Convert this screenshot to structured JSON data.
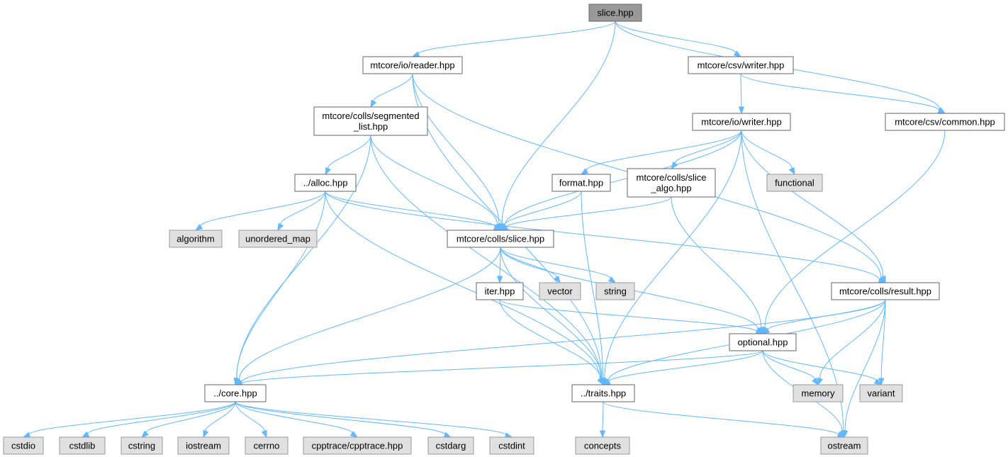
{
  "colors": {
    "edge": "#63b8ff",
    "root_fill": "#999999",
    "local_fill": "#ffffff",
    "system_fill": "#e0e0e0",
    "local_border": "#666666",
    "system_border": "#999999"
  },
  "nodes": [
    {
      "id": "slice_root",
      "kind": "root",
      "lines": [
        "slice.hpp"
      ]
    },
    {
      "id": "io_reader",
      "kind": "local",
      "lines": [
        "mtcore/io/reader.hpp"
      ]
    },
    {
      "id": "csv_writer",
      "kind": "local",
      "lines": [
        "mtcore/csv/writer.hpp"
      ]
    },
    {
      "id": "segmented_list",
      "kind": "local",
      "lines": [
        "mtcore/colls/segmented",
        "_list.hpp"
      ]
    },
    {
      "id": "io_writer",
      "kind": "local",
      "lines": [
        "mtcore/io/writer.hpp"
      ]
    },
    {
      "id": "csv_common",
      "kind": "local",
      "lines": [
        "mtcore/csv/common.hpp"
      ]
    },
    {
      "id": "alloc",
      "kind": "local",
      "lines": [
        "../alloc.hpp"
      ]
    },
    {
      "id": "format",
      "kind": "local",
      "lines": [
        "format.hpp"
      ]
    },
    {
      "id": "slice_algo",
      "kind": "local",
      "lines": [
        "mtcore/colls/slice",
        "_algo.hpp"
      ]
    },
    {
      "id": "functional",
      "kind": "system",
      "lines": [
        "functional"
      ]
    },
    {
      "id": "algorithm",
      "kind": "system",
      "lines": [
        "algorithm"
      ]
    },
    {
      "id": "unordered_map",
      "kind": "system",
      "lines": [
        "unordered_map"
      ]
    },
    {
      "id": "colls_slice",
      "kind": "local",
      "lines": [
        "mtcore/colls/slice.hpp"
      ]
    },
    {
      "id": "iter",
      "kind": "local",
      "lines": [
        "iter.hpp"
      ]
    },
    {
      "id": "vector",
      "kind": "system",
      "lines": [
        "vector"
      ]
    },
    {
      "id": "string",
      "kind": "system",
      "lines": [
        "string"
      ]
    },
    {
      "id": "result",
      "kind": "local",
      "lines": [
        "mtcore/colls/result.hpp"
      ]
    },
    {
      "id": "optional",
      "kind": "local",
      "lines": [
        "optional.hpp"
      ]
    },
    {
      "id": "core",
      "kind": "local",
      "lines": [
        "../core.hpp"
      ]
    },
    {
      "id": "traits",
      "kind": "local",
      "lines": [
        "../traits.hpp"
      ]
    },
    {
      "id": "memory",
      "kind": "system",
      "lines": [
        "memory"
      ]
    },
    {
      "id": "variant",
      "kind": "system",
      "lines": [
        "variant"
      ]
    },
    {
      "id": "cstdio",
      "kind": "system",
      "lines": [
        "cstdio"
      ]
    },
    {
      "id": "cstdlib",
      "kind": "system",
      "lines": [
        "cstdlib"
      ]
    },
    {
      "id": "cstring",
      "kind": "system",
      "lines": [
        "cstring"
      ]
    },
    {
      "id": "iostream",
      "kind": "system",
      "lines": [
        "iostream"
      ]
    },
    {
      "id": "cerrno",
      "kind": "system",
      "lines": [
        "cerrno"
      ]
    },
    {
      "id": "cpptrace",
      "kind": "system",
      "lines": [
        "cpptrace/cpptrace.hpp"
      ]
    },
    {
      "id": "cstdarg",
      "kind": "system",
      "lines": [
        "cstdarg"
      ]
    },
    {
      "id": "cstdint",
      "kind": "system",
      "lines": [
        "cstdint"
      ]
    },
    {
      "id": "concepts",
      "kind": "system",
      "lines": [
        "concepts"
      ]
    },
    {
      "id": "ostream",
      "kind": "system",
      "lines": [
        "ostream"
      ]
    }
  ],
  "edges": [
    [
      "slice_root",
      "io_reader"
    ],
    [
      "slice_root",
      "csv_writer"
    ],
    [
      "slice_root",
      "csv_common"
    ],
    [
      "slice_root",
      "colls_slice"
    ],
    [
      "io_reader",
      "segmented_list"
    ],
    [
      "io_reader",
      "colls_slice"
    ],
    [
      "io_reader",
      "result"
    ],
    [
      "io_reader",
      "traits"
    ],
    [
      "csv_writer",
      "io_writer"
    ],
    [
      "csv_writer",
      "csv_common"
    ],
    [
      "csv_common",
      "optional"
    ],
    [
      "segmented_list",
      "alloc"
    ],
    [
      "segmented_list",
      "colls_slice"
    ],
    [
      "segmented_list",
      "core"
    ],
    [
      "segmented_list",
      "traits"
    ],
    [
      "io_writer",
      "format"
    ],
    [
      "io_writer",
      "slice_algo"
    ],
    [
      "io_writer",
      "functional"
    ],
    [
      "io_writer",
      "colls_slice"
    ],
    [
      "io_writer",
      "result"
    ],
    [
      "io_writer",
      "traits"
    ],
    [
      "io_writer",
      "ostream"
    ],
    [
      "alloc",
      "algorithm"
    ],
    [
      "alloc",
      "unordered_map"
    ],
    [
      "alloc",
      "colls_slice"
    ],
    [
      "alloc",
      "result"
    ],
    [
      "alloc",
      "core"
    ],
    [
      "alloc",
      "traits"
    ],
    [
      "format",
      "colls_slice"
    ],
    [
      "format",
      "traits"
    ],
    [
      "slice_algo",
      "colls_slice"
    ],
    [
      "slice_algo",
      "optional"
    ],
    [
      "colls_slice",
      "iter"
    ],
    [
      "colls_slice",
      "vector"
    ],
    [
      "colls_slice",
      "string"
    ],
    [
      "colls_slice",
      "optional"
    ],
    [
      "colls_slice",
      "core"
    ],
    [
      "colls_slice",
      "traits"
    ],
    [
      "iter",
      "optional"
    ],
    [
      "iter",
      "traits"
    ],
    [
      "result",
      "optional"
    ],
    [
      "result",
      "core"
    ],
    [
      "result",
      "traits"
    ],
    [
      "result",
      "memory"
    ],
    [
      "result",
      "variant"
    ],
    [
      "result",
      "ostream"
    ],
    [
      "optional",
      "core"
    ],
    [
      "optional",
      "traits"
    ],
    [
      "optional",
      "memory"
    ],
    [
      "optional",
      "variant"
    ],
    [
      "optional",
      "ostream"
    ],
    [
      "core",
      "cstdio"
    ],
    [
      "core",
      "cstdlib"
    ],
    [
      "core",
      "cstring"
    ],
    [
      "core",
      "iostream"
    ],
    [
      "core",
      "cerrno"
    ],
    [
      "core",
      "cpptrace"
    ],
    [
      "core",
      "cstdarg"
    ],
    [
      "core",
      "cstdint"
    ],
    [
      "traits",
      "concepts"
    ],
    [
      "traits",
      "ostream"
    ]
  ]
}
